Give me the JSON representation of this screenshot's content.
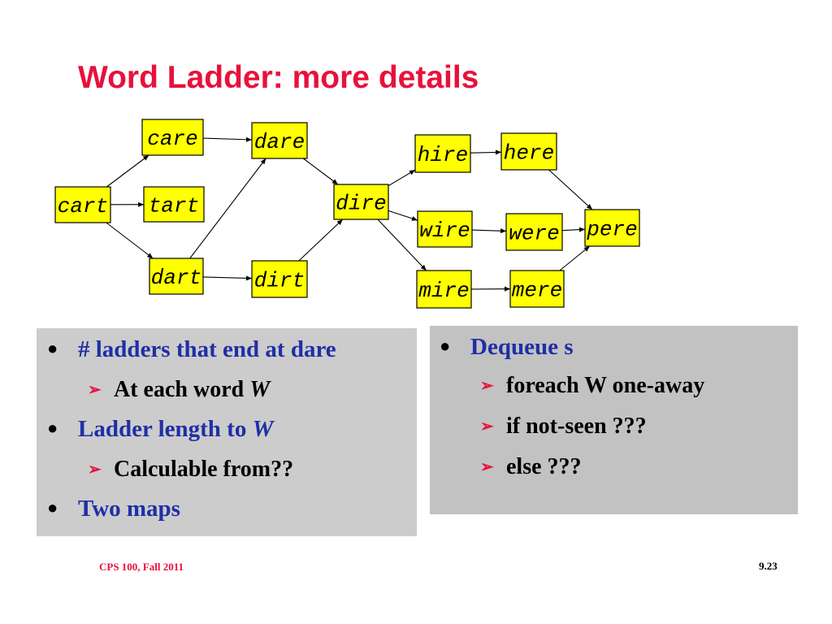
{
  "slide": {
    "title": "Word Ladder: more details",
    "footer_left": "CPS 100, Fall 2011",
    "page_number": "9.23"
  },
  "diagram": {
    "colors": {
      "node_fill": "#ffff00",
      "node_stroke": "#000000",
      "edge": "#000000"
    },
    "nodes": [
      {
        "id": "cart",
        "label": "cart"
      },
      {
        "id": "care",
        "label": "care"
      },
      {
        "id": "tart",
        "label": "tart"
      },
      {
        "id": "dart",
        "label": "dart"
      },
      {
        "id": "dare",
        "label": "dare"
      },
      {
        "id": "dirt",
        "label": "dirt"
      },
      {
        "id": "dire",
        "label": "dire"
      },
      {
        "id": "hire",
        "label": "hire"
      },
      {
        "id": "wire",
        "label": "wire"
      },
      {
        "id": "mire",
        "label": "mire"
      },
      {
        "id": "here",
        "label": "here"
      },
      {
        "id": "were",
        "label": "were"
      },
      {
        "id": "mere",
        "label": "mere"
      },
      {
        "id": "pere",
        "label": "pere"
      }
    ],
    "edges": [
      {
        "from": "cart",
        "to": "care"
      },
      {
        "from": "cart",
        "to": "tart"
      },
      {
        "from": "cart",
        "to": "dart"
      },
      {
        "from": "care",
        "to": "dare"
      },
      {
        "from": "dart",
        "to": "dare"
      },
      {
        "from": "dart",
        "to": "dirt"
      },
      {
        "from": "dare",
        "to": "dire"
      },
      {
        "from": "dirt",
        "to": "dire"
      },
      {
        "from": "dire",
        "to": "hire"
      },
      {
        "from": "dire",
        "to": "wire"
      },
      {
        "from": "dire",
        "to": "mire"
      },
      {
        "from": "hire",
        "to": "here"
      },
      {
        "from": "wire",
        "to": "were"
      },
      {
        "from": "mire",
        "to": "mere"
      },
      {
        "from": "here",
        "to": "pere"
      },
      {
        "from": "were",
        "to": "pere"
      },
      {
        "from": "mere",
        "to": "pere"
      }
    ]
  },
  "left_panel": {
    "bullet_1": "# ladders that end at dare",
    "sub_1_text": "At each word ",
    "sub_1_var": "W",
    "bullet_2_text": "Ladder length to ",
    "bullet_2_var": "W",
    "sub_2": "Calculable from??",
    "bullet_3": "Two maps"
  },
  "right_panel": {
    "bullet_1": "Dequeue s",
    "sub_1": "foreach W one-away",
    "sub_2": "if not-seen ???",
    "sub_3": "else ???"
  },
  "markers": {
    "bullet": "●",
    "arrow": "➢"
  }
}
